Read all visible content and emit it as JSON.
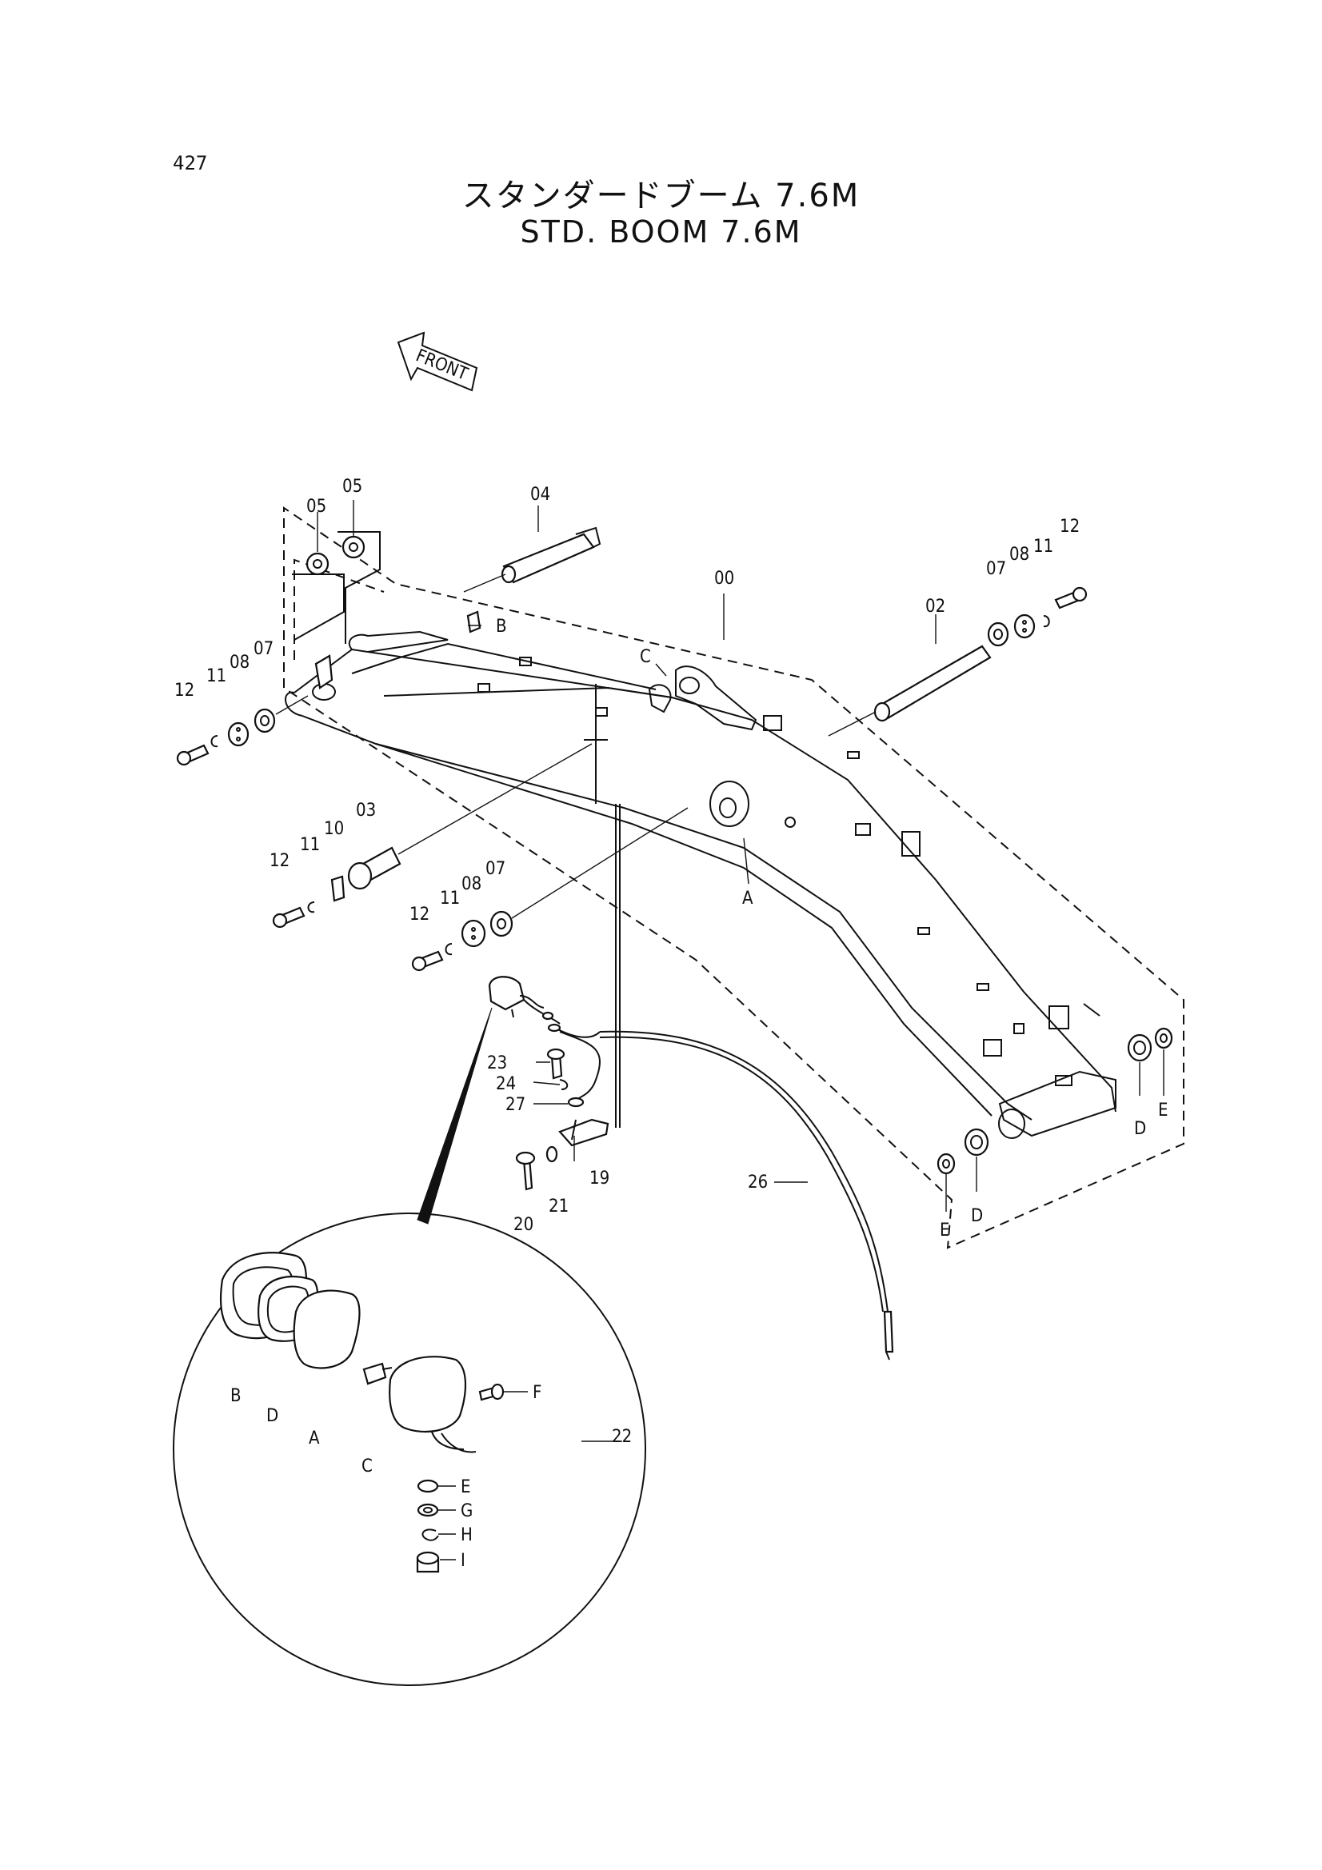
{
  "page_number": "427",
  "title_jp": "スタンダードブーム 7.6M",
  "title_en": "STD. BOOM 7.6M",
  "front_label": "FRONT",
  "callouts": {
    "c00": "00",
    "c02": "02",
    "c03": "03",
    "c04": "04",
    "c05a": "05",
    "c05b": "05",
    "c07a": "07",
    "c07b": "07",
    "c07c": "07",
    "c08a": "08",
    "c08b": "08",
    "c08c": "08",
    "c10": "10",
    "c11a": "11",
    "c11b": "11",
    "c11c": "11",
    "c11d": "11",
    "c12a": "12",
    "c12b": "12",
    "c12c": "12",
    "c12d": "12",
    "c19": "19",
    "c20": "20",
    "c21": "21",
    "c22": "22",
    "c23": "23",
    "c24": "24",
    "c26": "26",
    "c27": "27",
    "cA1": "A",
    "cB1": "B",
    "cC1": "C",
    "cD1": "D",
    "cD2": "D",
    "cE1": "E",
    "cE2": "E",
    "dA": "A",
    "dB": "B",
    "dC": "C",
    "dD": "D",
    "dE": "E",
    "dF": "F",
    "dG": "G",
    "dH": "H",
    "dI": "I"
  }
}
